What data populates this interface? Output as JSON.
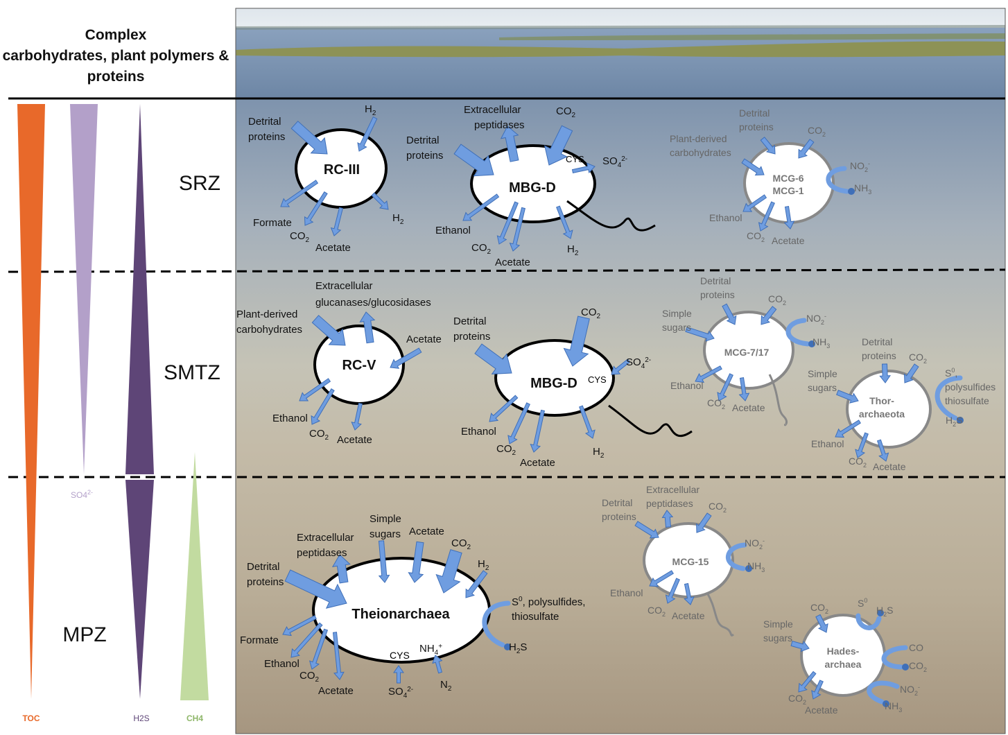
{
  "header": {
    "title_lines": [
      "Complex",
      "carbohydrates, plant polymers &",
      "proteins"
    ]
  },
  "zones": {
    "srz": "SRZ",
    "smtz": "SMTZ",
    "mpz": "MPZ"
  },
  "gradients": {
    "toc": {
      "label": "TOC",
      "color": "#e8692a"
    },
    "so4": {
      "label": "SO4",
      "sup": "2-",
      "color": "#b3a0c9"
    },
    "h2s": {
      "label": "H2S",
      "color": "#5e4577"
    },
    "ch4": {
      "label": "CH4",
      "color": "#c2dba0"
    }
  },
  "cells": {
    "rc3": "RC-III",
    "mbgd1": "MBG-D",
    "mcg6": [
      "MCG-6",
      "MCG-1"
    ],
    "rcv": "RC-V",
    "mbgd2": "MBG-D",
    "mcg717": "MCG-7/17",
    "thor": [
      "Thor-",
      "archaeota"
    ],
    "theion": "Theionarchaea",
    "mcg15": "MCG-15",
    "hades": [
      "Hades-",
      "archaea"
    ]
  },
  "labels": {
    "detrital_proteins": [
      "Detrital",
      "proteins"
    ],
    "h2": "H2",
    "co2": "CO2",
    "formate": "Formate",
    "acetate": "Acetate",
    "ethanol": "Ethanol",
    "cys": "CYS",
    "so4": "SO4",
    "so4_sup": "2-",
    "extra_peptidases": [
      "Extracellular",
      "peptidases"
    ],
    "plant_carbs": [
      "Plant-derived",
      "carbohydrates"
    ],
    "no2": "NO2",
    "nh3": "NH3",
    "extra_glucanases": [
      "Extracellular",
      "glucanases/glucosidases"
    ],
    "simple_sugars": [
      "Simple",
      "sugars"
    ],
    "s0_thor": [
      "S0, ",
      "polysulfides",
      "thiosulfate"
    ],
    "h2s": "H2S",
    "s0_theion": [
      "S0, polysulfides,",
      "thiosulfate"
    ],
    "nh4": "NH4+",
    "n2": "N2",
    "s0": "S0",
    "co": "CO"
  }
}
